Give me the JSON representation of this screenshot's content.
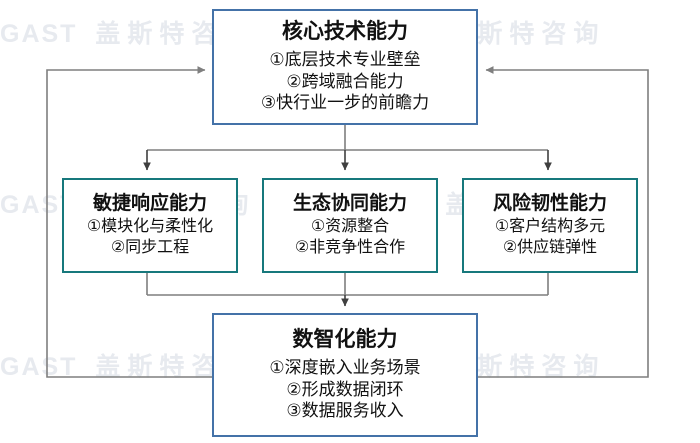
{
  "watermark": {
    "latin": "GAST",
    "chinese": "盖斯特咨询"
  },
  "diagram": {
    "core": {
      "title": "核心技术能力",
      "items": [
        "①底层技术专业壁垒",
        "②跨域融合能力",
        "③快行业一步的前瞻力"
      ]
    },
    "agile": {
      "title": "敏捷响应能力",
      "items": [
        "①模块化与柔性化",
        "②同步工程"
      ]
    },
    "eco": {
      "title": "生态协同能力",
      "items": [
        "①资源整合",
        "②非竞争性合作"
      ]
    },
    "risk": {
      "title": "风险韧性能力",
      "items": [
        "①客户结构多元",
        "②供应链弹性"
      ]
    },
    "digital": {
      "title": "数智化能力",
      "items": [
        "①深度嵌入业务场景",
        "②形成数据闭环",
        "③数据服务收入"
      ]
    }
  },
  "colors": {
    "primary_border": "#4472a8",
    "accent_border": "#17787c",
    "connector": "#7f7f7f",
    "connector_dark": "#3f3f3f",
    "watermark": "#e7eaef",
    "text": "#111111"
  }
}
